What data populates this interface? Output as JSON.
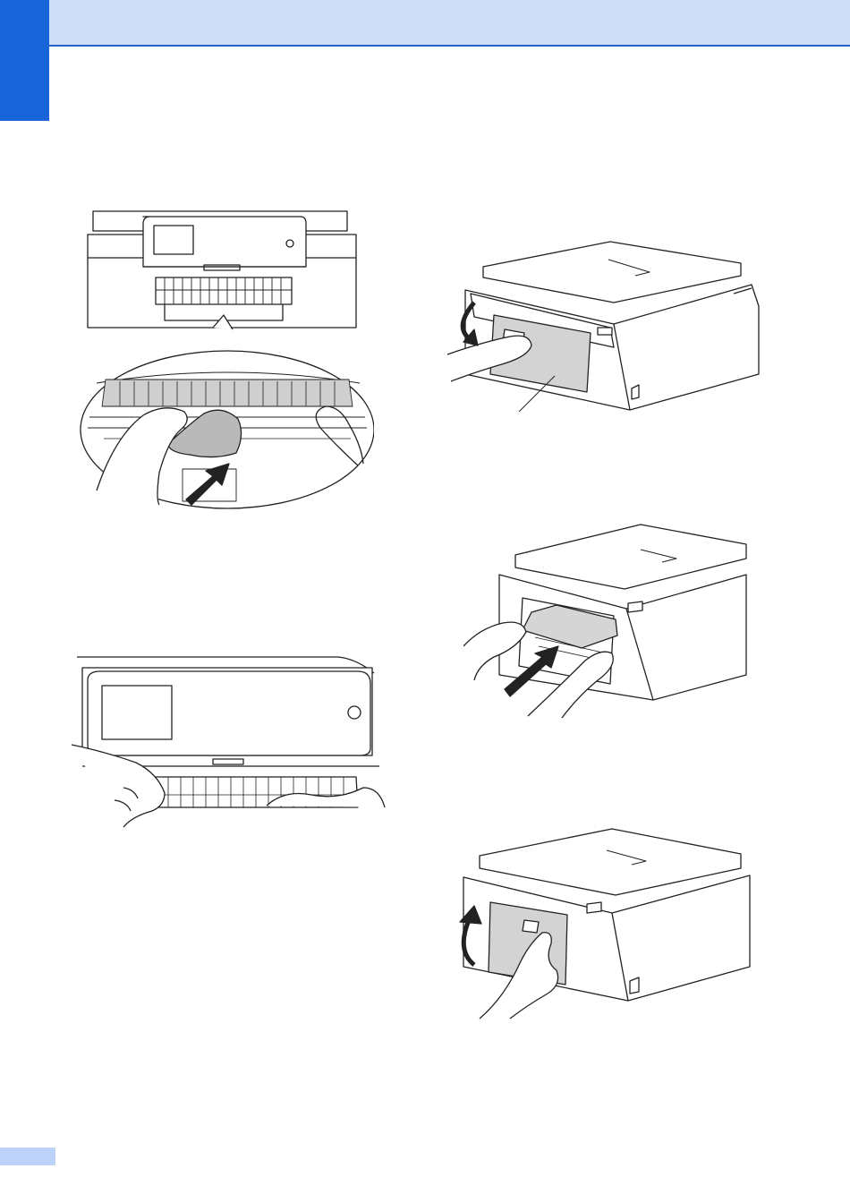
{
  "page": {
    "accent_color": "#1765d8",
    "header_color": "#cfdcf7",
    "header_rule_color": "#2b62c9",
    "footer_tab_color": "#bcd2f8"
  },
  "illustrations": [
    {
      "id": "front-jam-closeup",
      "caption": ""
    },
    {
      "id": "front-feed-rollers",
      "caption": ""
    },
    {
      "id": "rear-cover-open",
      "caption": ""
    },
    {
      "id": "rear-paper-removal",
      "caption": ""
    },
    {
      "id": "rear-cover-close",
      "caption": ""
    }
  ]
}
